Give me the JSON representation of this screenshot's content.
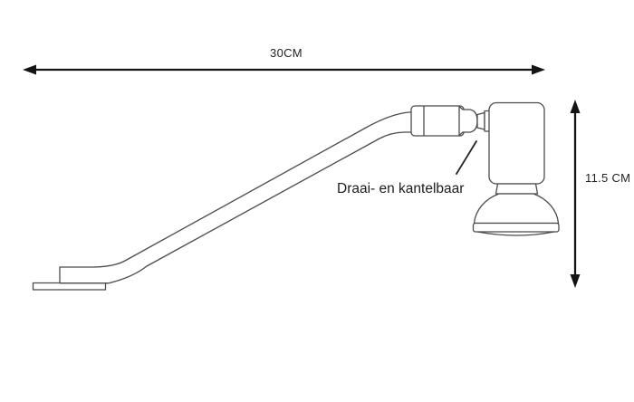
{
  "page": {
    "background_color": "#ffffff",
    "drawing_line_color": "#4b4b4b",
    "dimension_color": "#141414",
    "text_color": "#1d1d1d"
  },
  "diagram": {
    "kind": "technical-line-drawing",
    "subject": "display-spotlight-on-mounting-arm",
    "dimensions": {
      "width": {
        "label": "30CM"
      },
      "height": {
        "label": "11.5 CM"
      }
    },
    "annotation": {
      "label": "Draai- en kantelbaar"
    }
  }
}
